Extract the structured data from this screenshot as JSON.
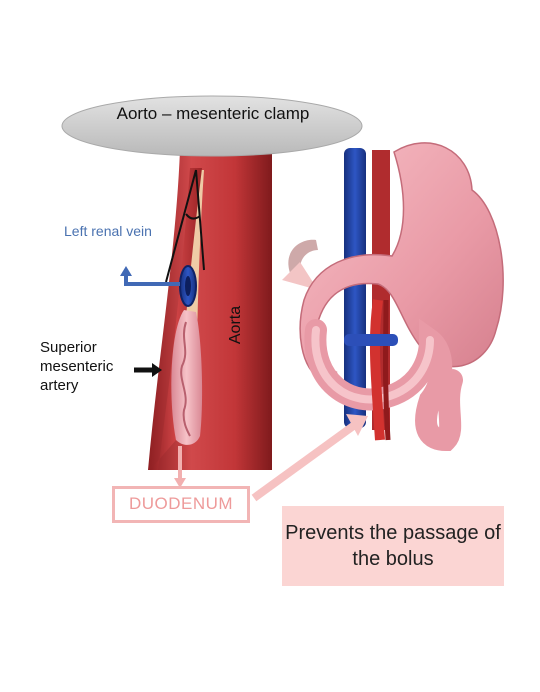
{
  "labels": {
    "clamp": "Aorto – mesenteric clamp",
    "left_renal_vein": "Left renal vein",
    "sma": "Superior mesenteric artery",
    "aorta": "Aorta",
    "duodenum": "DUODENUM",
    "callout": "Prevents the passage of the bolus"
  },
  "colors": {
    "artery_red": "#c8383a",
    "artery_dark": "#9e2325",
    "vein_blue": "#1f3d9c",
    "duodenum_pink": "#efa6b0",
    "callout_bg": "#fbd5d3",
    "clamp_gray": "#cfcfcf",
    "label_blue": "#4a72b0"
  }
}
